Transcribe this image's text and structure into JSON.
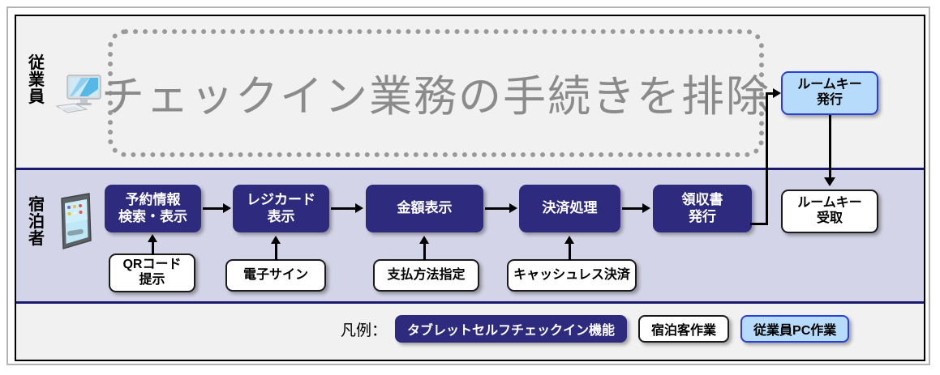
{
  "frame": {
    "border_color": "#b3b3b3",
    "inner_border_color": "#000000"
  },
  "lanes": [
    {
      "name": "employee",
      "label": "従業員",
      "label_chars": [
        "従",
        "業",
        "員"
      ],
      "icon": "desktop-computer-icon",
      "background": "#f1f1f1"
    },
    {
      "name": "guest",
      "label": "宿泊者",
      "label_chars": [
        "宿",
        "泊",
        "者"
      ],
      "icon": "tablet-icon",
      "background": "#d4d4e8",
      "border_color": "#1a1a6e"
    }
  ],
  "banner": {
    "text": "チェックイン業務の手続きを排除",
    "text_color": "#8b8b8b",
    "border_style": "dotted",
    "border_color": "#9a9a9a"
  },
  "main_flow": [
    {
      "id": "reservation",
      "label": "予約情報\n検索・表示",
      "style": "navy"
    },
    {
      "id": "registration-card",
      "label": "レジカード\n表示",
      "style": "navy"
    },
    {
      "id": "amount-display",
      "label": "金額表示",
      "style": "navy"
    },
    {
      "id": "payment-processing",
      "label": "決済処理",
      "style": "navy"
    },
    {
      "id": "receipt-issue",
      "label": "領収書\n発行",
      "style": "navy"
    }
  ],
  "guest_actions": [
    {
      "id": "qr-code",
      "label": "QRコード\n提示",
      "style": "white"
    },
    {
      "id": "e-signature",
      "label": "電子サイン",
      "style": "white"
    },
    {
      "id": "payment-method",
      "label": "支払方法指定",
      "style": "white"
    },
    {
      "id": "cashless-payment",
      "label": "キャッシュレス決済",
      "style": "white"
    }
  ],
  "room_key": {
    "issue": {
      "id": "room-key-issue",
      "label": "ルームキー\n発行",
      "style": "blue"
    },
    "receive": {
      "id": "room-key-receive",
      "label": "ルームキー\n受取",
      "style": "white"
    }
  },
  "legend": {
    "caption": "凡例：",
    "items": [
      {
        "id": "tablet-self-checkin",
        "label": "タブレットセルフチェックイン機能",
        "style": "navy",
        "color": "#2e2a7e"
      },
      {
        "id": "guest-task",
        "label": "宿泊客作業",
        "style": "white",
        "color": "#ffffff"
      },
      {
        "id": "employee-pc-task",
        "label": "従業員PC作業",
        "style": "blue",
        "color": "#b7dbfb"
      }
    ]
  },
  "colors": {
    "navy": "#2e2a7e",
    "lavender": "#d4d4e8",
    "light_blue": "#b7dbfb",
    "blue_border": "#2a3fd6",
    "gray_text": "#8b8b8b",
    "panel_gray": "#f1f1f1"
  }
}
